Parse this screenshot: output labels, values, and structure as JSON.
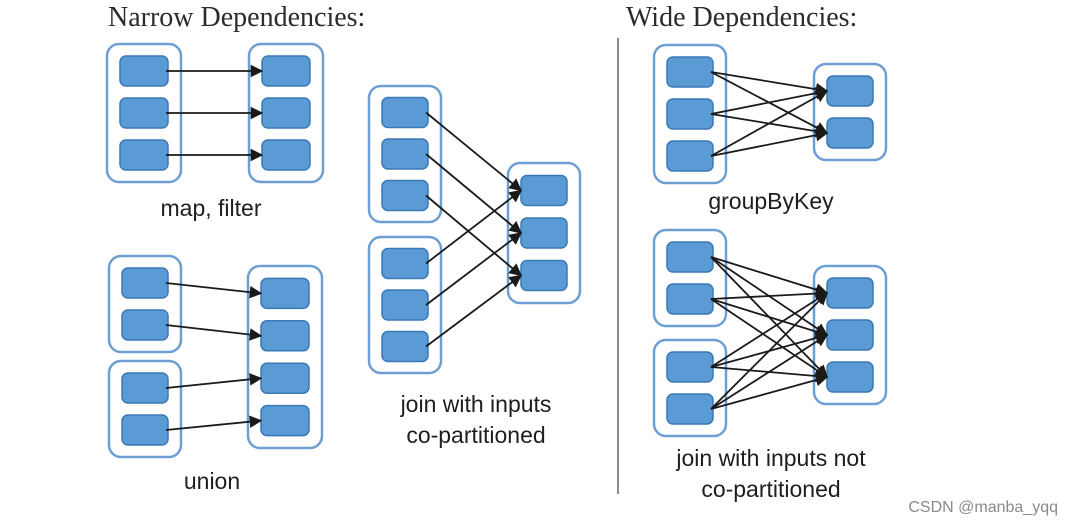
{
  "headers": {
    "narrow": "Narrow Dependencies:",
    "wide": "Wide Dependencies:"
  },
  "captions": {
    "map_filter": "map, filter",
    "union": "union",
    "join_copart_line1": "join with inputs",
    "join_copart_line2": "co-partitioned",
    "groupbykey": "groupByKey",
    "join_not_copart_line1": "join with inputs not",
    "join_not_copart_line2": "co-partitioned"
  },
  "watermark": "CSDN @manba_yqq",
  "colors": {
    "partition_fill": "#5b9bd5",
    "partition_stroke": "#3a78b6",
    "rdd_border": "#6d9fd2",
    "arrow": "#1a1a1a",
    "divider": "#8c8c8c"
  }
}
